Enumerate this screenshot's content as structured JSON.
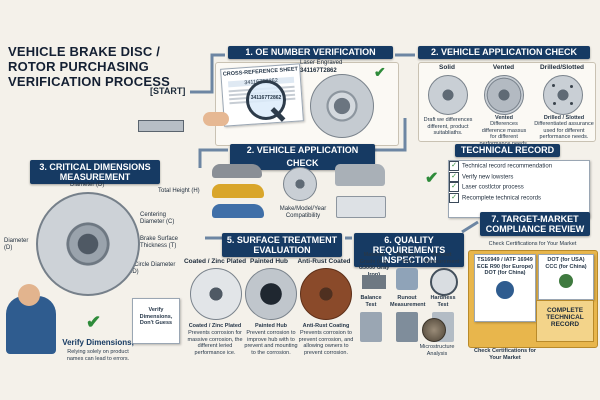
{
  "title": "VEHICLE BRAKE DISC / ROTOR PURCHASING VERIFICATION PROCESS",
  "start_label": "[START]",
  "step1": {
    "title": "1. OE NUMBER VERIFICATION",
    "doc_header": "CROSS-REFERENCE SHEET",
    "doc_code": "341167T2862",
    "laser_label": "Laser Engraved",
    "laser_code": "341167T2862",
    "magnifier_code": "341167T2862"
  },
  "step2a": {
    "title": "2. VEHICLE APPLICATION CHECK",
    "types": [
      {
        "label": "Solid",
        "caption": "Draft we differences different, product suitabliaths."
      },
      {
        "label": "Vented",
        "caption_title": "Vented",
        "caption": "Differences difference massus for different performance needs."
      },
      {
        "label": "Drilled/Slotted",
        "caption_title": "Drilled / Slotted",
        "caption": "Differentiated assurance used for different performance needs."
      }
    ]
  },
  "step2b": {
    "title": "2. VEHICLE APPLICATION CHECK",
    "compat_label": "Make/Model/Year Compatibility"
  },
  "technical_record": {
    "title": "TECHNICAL RECORD",
    "items": [
      "Technical record recommendation",
      "Verify new lowsters",
      "Laser costlctor process",
      "Recomplete technical records"
    ]
  },
  "step3": {
    "title": "3. CRITICAL DIMENSIONS MEASUREMENT",
    "labels": {
      "diameter_top": "Diameter (D)",
      "total_height": "Total Height (H)",
      "centering": "Centering Diameter (C)",
      "brake_surface": "Brake Surface Thickness (T)",
      "bolt_circle": "Bolt Circle Diameter (PCD)",
      "diameter_left": "Diameter (D)"
    },
    "clipboard": "Verify Dimensions, Don't Guess",
    "verify_title": "Verify Dimensions,",
    "verify_caption": "Relying solely on product names can lead to errors."
  },
  "step5": {
    "title": "5. SURFACE TREATMENT EVALUATION",
    "types": [
      {
        "label": "Coated / Zinc Plated",
        "caption_title": "Coated / Zinc Plated",
        "caption": "Prevents corrosion for massive corrosion, the different leried performance ice."
      },
      {
        "label": "Painted Hub",
        "caption_title": "Painted Hub",
        "caption": "Prevent corrosion to improve hub with to prevent and mounting to the corrosion."
      },
      {
        "label": "Anti-Rust Coated",
        "caption_title": "Anti-Rust Coating",
        "caption": "Prevents corrosion to prevent corrosion, and allowing owners to prevent corrosion."
      }
    ]
  },
  "step6": {
    "title": "6. QUALITY REQUIREMENTS INSPECTION",
    "top": [
      {
        "label": "Material Grade (e.g. G3000 Gray Iron)"
      },
      {
        "label": "Balance Test"
      },
      {
        "label": "Runout Measurement"
      }
    ],
    "bottom": [
      {
        "label": "Balance Test"
      },
      {
        "label": "Runout Measurement"
      },
      {
        "label": "Hardness Test"
      }
    ],
    "micro": "Microstructure Analysis"
  },
  "step7": {
    "title": "7. TARGET-MARKET COMPLIANCE REVIEW",
    "subtitle": "Check Certifications for Your Market",
    "cert_left": [
      "TS16949 / IATF 16949",
      "ECE R90 (for Europe)",
      "DOT (for China)"
    ],
    "cert_right": [
      "DOT (for USA)",
      "CCC (for China)"
    ],
    "folder_label": "COMPLETE TECHNICAL RECORD",
    "bottom_caption": "Check Certifications for Your Market"
  },
  "colors": {
    "banner": "#163a63",
    "background": "#f4f1ea",
    "check": "#2e8b3a",
    "folder": "#e8b64c",
    "rust": "#8a4a2a"
  }
}
